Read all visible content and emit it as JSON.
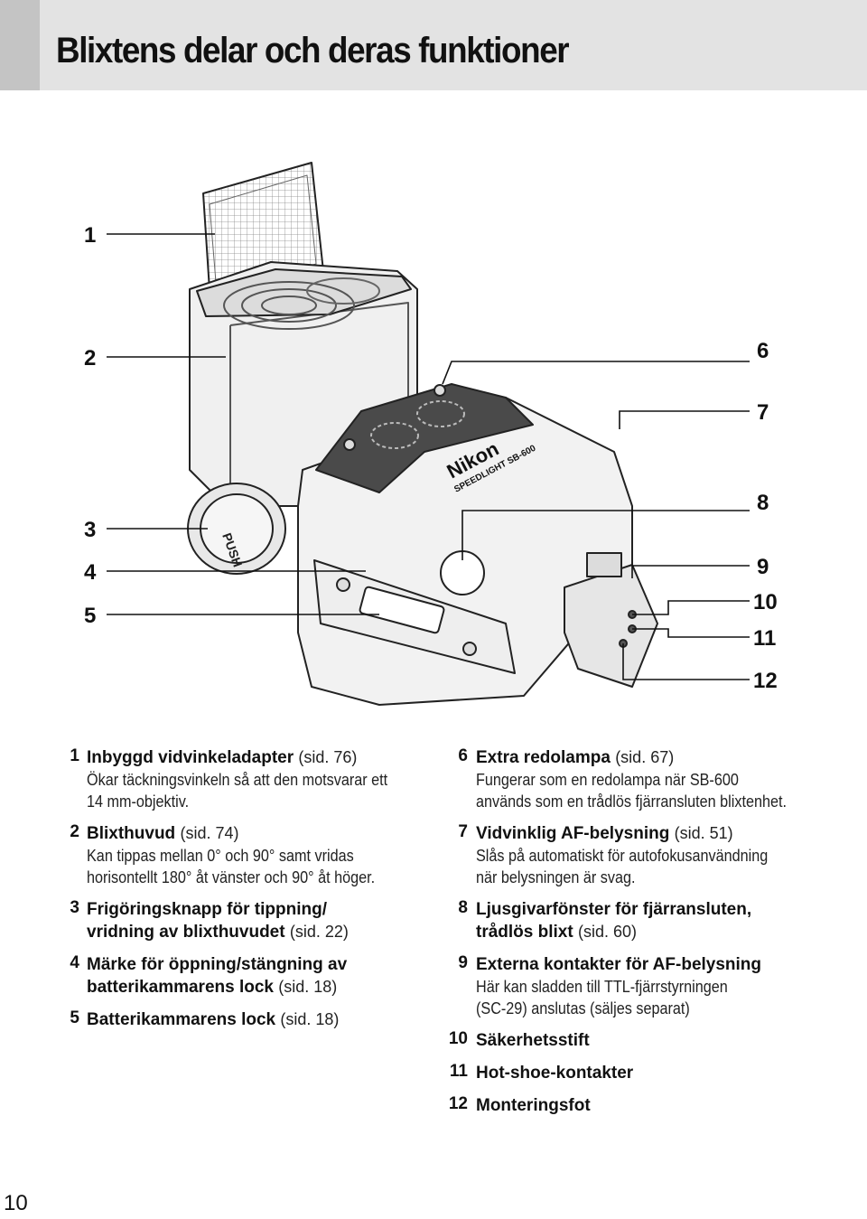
{
  "header": {
    "title": "Blixtens delar och deras funktioner"
  },
  "callouts": [
    "1",
    "2",
    "3",
    "4",
    "5",
    "6",
    "7",
    "8",
    "9",
    "10",
    "11",
    "12"
  ],
  "device": {
    "brand": "Nikon",
    "model": "SPEEDLIGHT SB-600",
    "push_label": "PUSH"
  },
  "items_left": [
    {
      "num": "1",
      "title": "Inbyggd vidvinkeladapter",
      "ref": "(sid. 76)",
      "desc": [
        "Ökar täckningsvinkeln så att den motsvarar ett",
        "14 mm-objektiv."
      ]
    },
    {
      "num": "2",
      "title": "Blixthuvud",
      "ref": "(sid. 74)",
      "desc": [
        "Kan tippas mellan 0° och 90° samt vridas",
        "horisontellt 180° åt vänster och 90° åt höger."
      ]
    },
    {
      "num": "3",
      "title": "Frigöringsknapp för tippning/",
      "title2": "vridning av blixthuvudet",
      "ref": "(sid. 22)",
      "desc": []
    },
    {
      "num": "4",
      "title": "Märke för öppning/stängning av",
      "title2": "batterikammarens lock",
      "ref": "(sid. 18)",
      "desc": []
    },
    {
      "num": "5",
      "title": "Batterikammarens lock",
      "ref": "(sid. 18)",
      "desc": []
    }
  ],
  "items_right": [
    {
      "num": "6",
      "title": "Extra redolampa",
      "ref": "(sid. 67)",
      "desc": [
        "Fungerar som en redolampa när SB-600",
        "används som en trådlös fjärransluten blixtenhet."
      ]
    },
    {
      "num": "7",
      "title": "Vidvinklig AF-belysning",
      "ref": "(sid. 51)",
      "desc": [
        "Slås på automatiskt för autofokusanvändning",
        "när belysningen är svag."
      ]
    },
    {
      "num": "8",
      "title": "Ljusgivarfönster för fjärransluten,",
      "title2": "trådlös blixt",
      "ref": "(sid. 60)",
      "desc": []
    },
    {
      "num": "9",
      "title": "Externa kontakter för AF-belysning",
      "ref": "",
      "desc": [
        "Här kan sladden till TTL-fjärrstyrningen",
        "(SC-29) anslutas (säljes separat)"
      ]
    },
    {
      "num": "10",
      "title": "Säkerhetsstift",
      "ref": "",
      "desc": []
    },
    {
      "num": "11",
      "title": "Hot-shoe-kontakter",
      "ref": "",
      "desc": []
    },
    {
      "num": "12",
      "title": "Monteringsfot",
      "ref": "",
      "desc": []
    }
  ],
  "page_number": "10"
}
